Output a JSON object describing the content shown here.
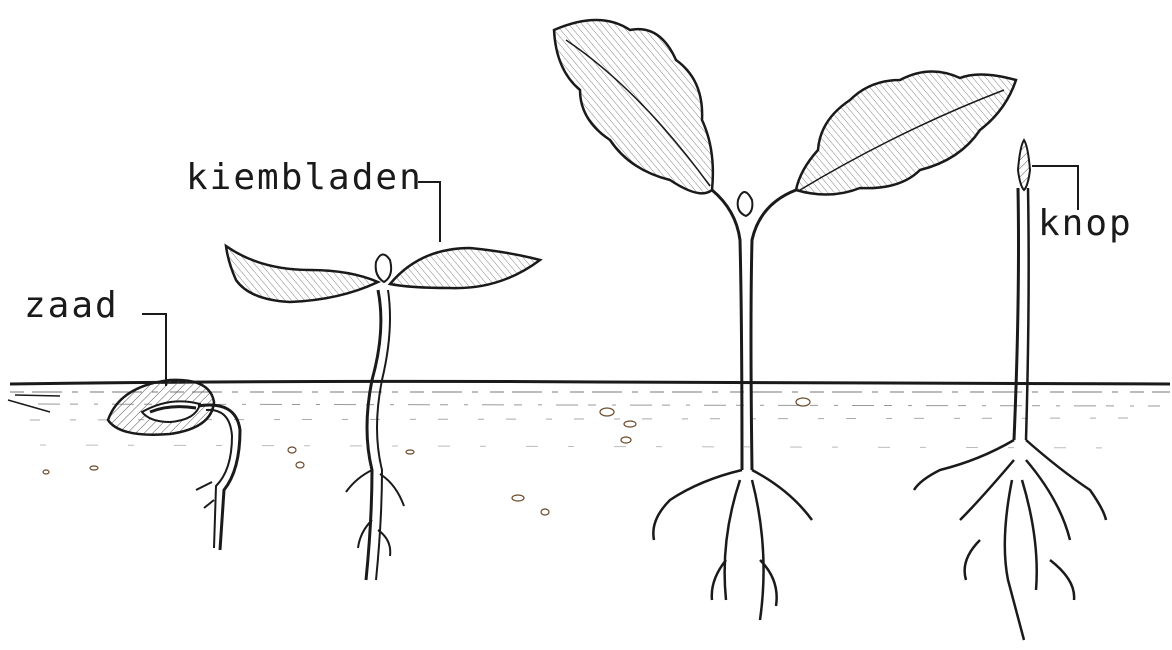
{
  "labels": {
    "seed": "zaad",
    "cotyledons": "kiembladen",
    "bud": "knop"
  },
  "colors": {
    "ink": "#1a1a1a",
    "hatch": "#555555",
    "pebble": "#6a4a2a",
    "background": "#ffffff"
  }
}
